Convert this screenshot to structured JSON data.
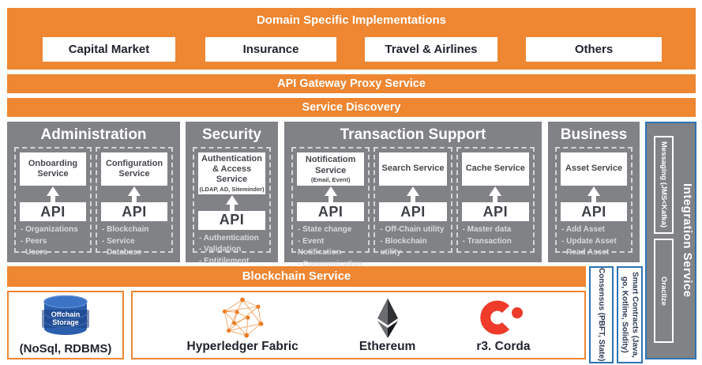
{
  "colors": {
    "orange": "#EE8632",
    "panel_gray": "#808285",
    "blue_border": "#2E74B5",
    "bullet_text": "#D9DADB",
    "dark_text": "#20242E",
    "corda_red": "#EE3B2A",
    "hyperledger_orange": "#ED7D23",
    "storage_blue": "#2B5FAD"
  },
  "top": {
    "title": "Domain Specific Implementations",
    "domains": [
      "Capital Market",
      "Insurance",
      "Travel & Airlines",
      "Others"
    ]
  },
  "bars": {
    "gateway": "API Gateway Proxy Service",
    "discovery": "Service Discovery",
    "blockchain": "Blockchain Service"
  },
  "panels": [
    {
      "title": "Administration",
      "columns": [
        {
          "service": "Onboarding Service",
          "sub": "",
          "api": "API",
          "bullets": [
            "Organizations",
            "Peers",
            "Users"
          ]
        },
        {
          "service": "Configuration Service",
          "sub": "",
          "api": "API",
          "bullets": [
            "Blockchain",
            "Service",
            "Database"
          ]
        }
      ]
    },
    {
      "title": "Security",
      "columns": [
        {
          "service": "Authentication & Access Service",
          "sub": "(LDAP, AD, Siteminder)",
          "api": "API",
          "bullets": [
            "Authentication",
            "Validation",
            "Entitilement"
          ]
        }
      ]
    },
    {
      "title": "Transaction Support",
      "columns": [
        {
          "service": "Notificatiom Service",
          "sub": "(Email, Event)",
          "api": "API",
          "bullets": [
            "State change",
            "Event Notification",
            "Communication"
          ]
        },
        {
          "service": "Search Service",
          "sub": "",
          "api": "API",
          "bullets": [
            "Off-Chain utility",
            "Blockchain utility"
          ]
        },
        {
          "service": "Cache Service",
          "sub": "",
          "api": "API",
          "bullets": [
            "Master data",
            "Transaction"
          ]
        }
      ]
    },
    {
      "title": "Business",
      "columns": [
        {
          "service": "Asset Service",
          "sub": "",
          "api": "API",
          "bullets": [
            "Add Asset",
            "Update Asset",
            "Read Asset"
          ]
        }
      ]
    }
  ],
  "integration": {
    "title": "Integration Service",
    "messaging": "Messaging (JMS<Kafka)",
    "oraclize": "Oraclize"
  },
  "offchain": {
    "cylinder_label": "Offchain Storage",
    "caption": "(NoSql, RDBMS)"
  },
  "platforms": [
    {
      "name": "Hyperledger Fabric"
    },
    {
      "name": "Ethereum"
    },
    {
      "name": "r3. Corda"
    }
  ],
  "side_boxes": {
    "consensus": "Consensus (PBFT, State)",
    "smart_contracts": "Smart Contracts (Java, go, Kotline, Solidity)"
  }
}
